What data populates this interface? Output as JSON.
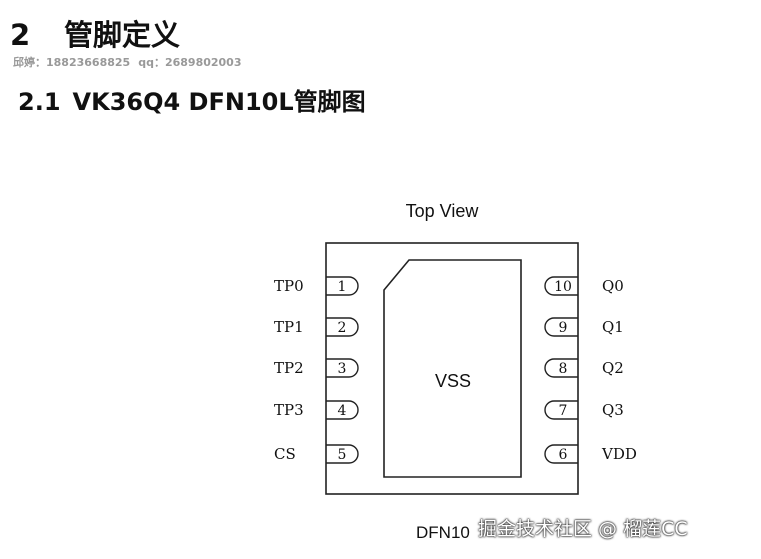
{
  "section": {
    "number": "2",
    "title": "管脚定义"
  },
  "contact": {
    "name_label": "邱婷：",
    "phone": "18823668825",
    "qq_label": "qq：",
    "qq": "2689802003"
  },
  "subsection": {
    "number": "2.1",
    "title": "VK36Q4 DFN10L管脚图"
  },
  "diagram": {
    "view_label": "Top View",
    "center_label": "VSS",
    "package_label": "DFN10",
    "left_pins": [
      {
        "num": "1",
        "name": "TP0"
      },
      {
        "num": "2",
        "name": "TP1"
      },
      {
        "num": "3",
        "name": "TP2"
      },
      {
        "num": "4",
        "name": "TP3"
      },
      {
        "num": "5",
        "name": "CS"
      }
    ],
    "right_pins": [
      {
        "num": "10",
        "name": "Q0"
      },
      {
        "num": "9",
        "name": "Q1"
      },
      {
        "num": "8",
        "name": "Q2"
      },
      {
        "num": "7",
        "name": "Q3"
      },
      {
        "num": "6",
        "name": "VDD"
      }
    ]
  },
  "watermark": "掘金技术社区 @ 榴莲CC"
}
